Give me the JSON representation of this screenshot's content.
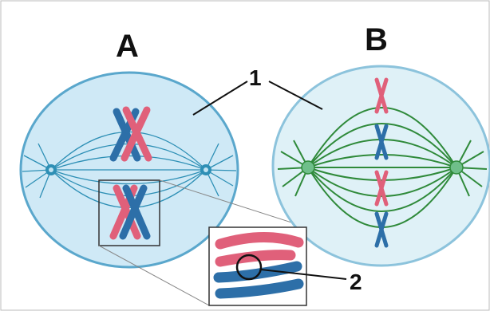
{
  "labels": {
    "cell_a": "A",
    "cell_b": "B",
    "pointer_1": "1",
    "pointer_2": "2"
  },
  "colors": {
    "cell_a_fill": "#cfe9f6",
    "cell_a_outline": "#5aa7cc",
    "cell_b_fill": "#dff1f7",
    "cell_b_outline": "#8cc3dc",
    "spindle_a": "#2d8fb5",
    "spindle_b": "#2f8a3a",
    "chromosome_pink": "#e0607a",
    "chromosome_blue": "#2d6fa8",
    "box_outline": "#333333"
  },
  "icons": [
    "centrosome-icon",
    "chromosome-icon"
  ]
}
